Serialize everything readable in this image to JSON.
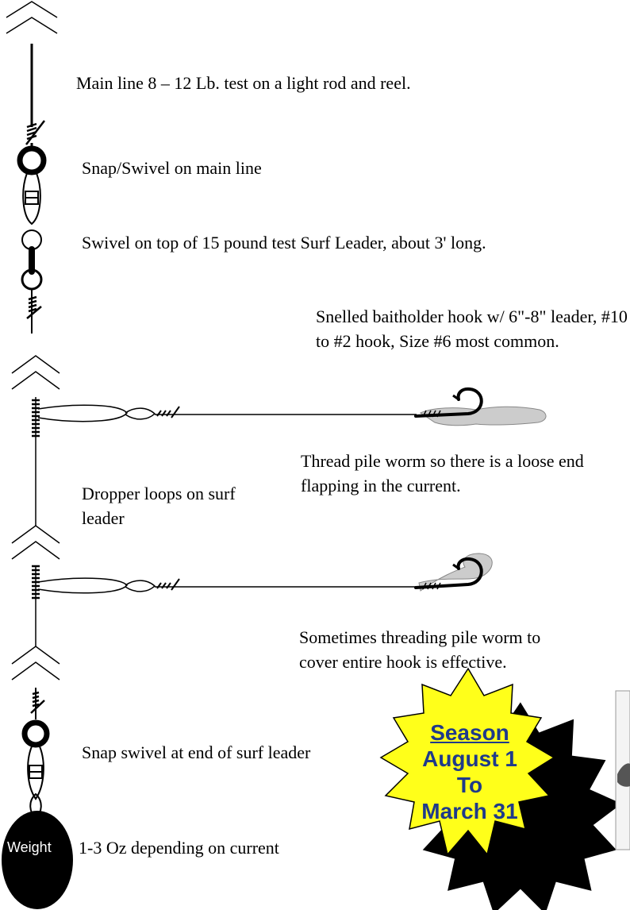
{
  "labels": {
    "main_line": "Main line 8 – 12 Lb. test  on a light rod and reel.",
    "snap_swivel_main": "Snap/Swivel on main line",
    "swivel_top": "Swivel on top of 15 pound test Surf Leader, about 3' long.",
    "snelled_hook": "Snelled baitholder hook w/ 6\"-8\" leader, #10 to #2 hook, Size #6 most common.",
    "thread_worm": "Thread pile worm so there is a loose end flapping in the current.",
    "dropper_loops": "Dropper loops on surf leader",
    "cover_hook": "Sometimes threading pile worm to cover entire hook is effective.",
    "snap_swivel_end": "Snap swivel at end of surf leader",
    "weight_desc": "1-3 Oz depending on  current",
    "weight_tag": "Weight"
  },
  "season": {
    "line1": "Season",
    "line2": "August 1",
    "line3": "To",
    "line4": "March 31"
  },
  "colors": {
    "burst_fill": "#ffff1a",
    "burst_text": "#1f3a8a",
    "line": "#000000",
    "worm": "#cccccc"
  }
}
